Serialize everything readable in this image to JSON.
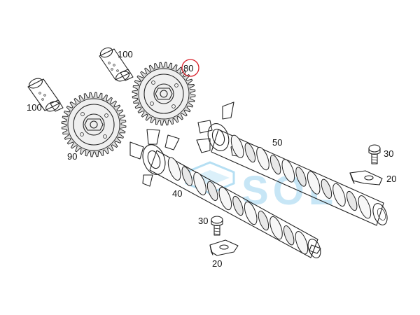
{
  "diagram": {
    "part_labels": {
      "solenoid_upper": "100",
      "solenoid_lower": "100",
      "adjuster_intake": "80",
      "adjuster_exhaust": "90",
      "camshaft_rear": "50",
      "camshaft_front": "40",
      "bolt_right": "30",
      "bolt_left": "30",
      "rocker_right": "20",
      "rocker_left": "20"
    },
    "highlight_color": "#d8202a",
    "watermark": "SOL"
  }
}
